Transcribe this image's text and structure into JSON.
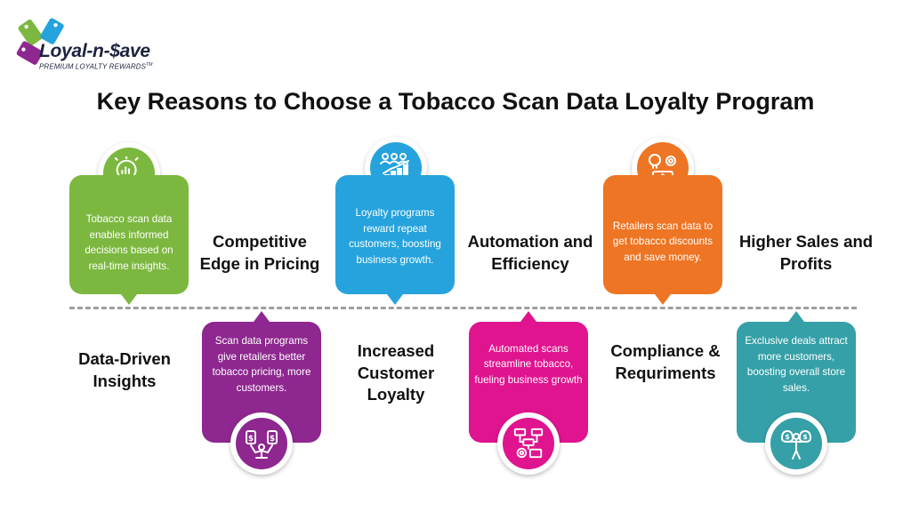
{
  "brand": {
    "name": "Loyal-n-$ave",
    "tagline": "PREMIUM LOYALTY REWARDS",
    "trademark": "TM"
  },
  "title": "Key Reasons to Choose a Tobacco Scan Data Loyalty Program",
  "colors": {
    "green": "#7cb83f",
    "purple": "#8e278f",
    "blue": "#26a3dc",
    "magenta": "#e0148f",
    "orange": "#ee7523",
    "teal": "#35a0a8"
  },
  "items": [
    {
      "label": "Data-Driven Insights",
      "text": "Tobacco scan data enables informed decisions based on real-time insights.",
      "icon": "magnifier-chart-icon"
    },
    {
      "label": "Competitive Edge in Pricing",
      "text": "Scan data programs give retailers better tobacco pricing, more customers.",
      "icon": "balance-price-tags-icon"
    },
    {
      "label": "Increased Customer Loyalty",
      "text": "Loyalty programs reward repeat customers, boosting business growth.",
      "icon": "people-growth-chart-icon"
    },
    {
      "label": "Automation and Efficiency",
      "text": "Automated scans streamline tobacco, fueling business growth",
      "icon": "workflow-gear-icon"
    },
    {
      "label": "Compliance & Requriments",
      "text": "Retailers scan data to get tobacco discounts and save money.",
      "icon": "idea-gear-upload-icon"
    },
    {
      "label": "Higher Sales and Profits",
      "text": "Exclusive deals attract more customers, boosting overall store sales.",
      "icon": "money-bags-person-icon"
    }
  ]
}
